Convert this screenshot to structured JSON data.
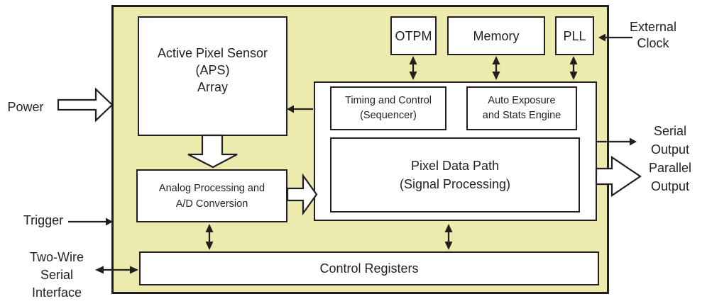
{
  "chip": {
    "blocks": {
      "aps": "Active Pixel Sensor\n(APS)\nArray",
      "otpm": "OTPM",
      "memory": "Memory",
      "pll": "PLL",
      "timing": "Timing and Control\n(Sequencer)",
      "auto_exposure": "Auto Exposure\nand Stats Engine",
      "pixel_data_path": "Pixel Data Path\n(Signal Processing)",
      "analog": "Analog Processing and\nA/D Conversion",
      "control_registers": "Control Registers"
    }
  },
  "external": {
    "power": "Power",
    "trigger": "Trigger",
    "two_wire": "Two-Wire\nSerial\nInterface",
    "external_clock": "External\nClock",
    "serial_output": "Serial\nOutput",
    "parallel_output": "Parallel\nOutput"
  },
  "colors": {
    "chip-fill": "#eceaad",
    "box-fill": "#ffffff",
    "ink": "#231f20"
  }
}
